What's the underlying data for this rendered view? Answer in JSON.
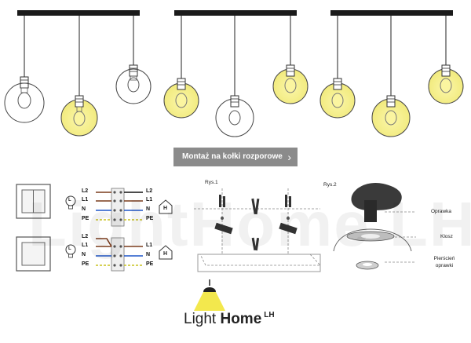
{
  "mount_button": {
    "label": "Montaż na kołki rozporowe",
    "icon": "chevron-right-icon"
  },
  "wiring": {
    "row1": {
      "left": [
        "L2",
        "L1",
        "N",
        "PE"
      ],
      "right": [
        "L2",
        "L1",
        "N",
        "PE"
      ]
    },
    "row2": {
      "left": [
        "L2",
        "L1",
        "N",
        "PE"
      ],
      "right": [
        "L1",
        "N",
        "PE"
      ]
    },
    "lamp_symbol": "L",
    "house_symbol": "H"
  },
  "figures": {
    "fig1_title": "Rys.1",
    "fig2_title": "Rys.2",
    "part_labels": [
      "Oprawka",
      "Klosz",
      "Pierścień oprawki"
    ]
  },
  "brand": {
    "light": "Light",
    "home": "Home",
    "lh": "LH"
  },
  "watermark": "LightHome LH",
  "colors": {
    "wire_brown": "#7a3b1c",
    "wire_black": "#111111",
    "wire_blue": "#1e56c8",
    "wire_pe": "#c9c21e",
    "bulb_lit": "#f5ef7a",
    "bar": "#1a1a1a",
    "button": "#8b8b8b"
  }
}
